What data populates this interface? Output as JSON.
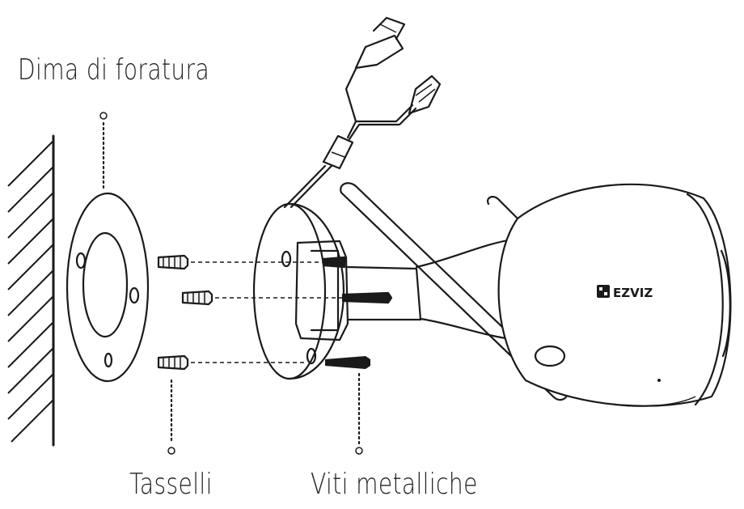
{
  "labels": {
    "template": "Dima di foratura",
    "anchors": "Tasselli",
    "screws": "Viti metalliche"
  },
  "brand": {
    "logo_text": "EZVIZ"
  },
  "colors": {
    "ink": "#1a1a1a",
    "background": "#ffffff"
  }
}
